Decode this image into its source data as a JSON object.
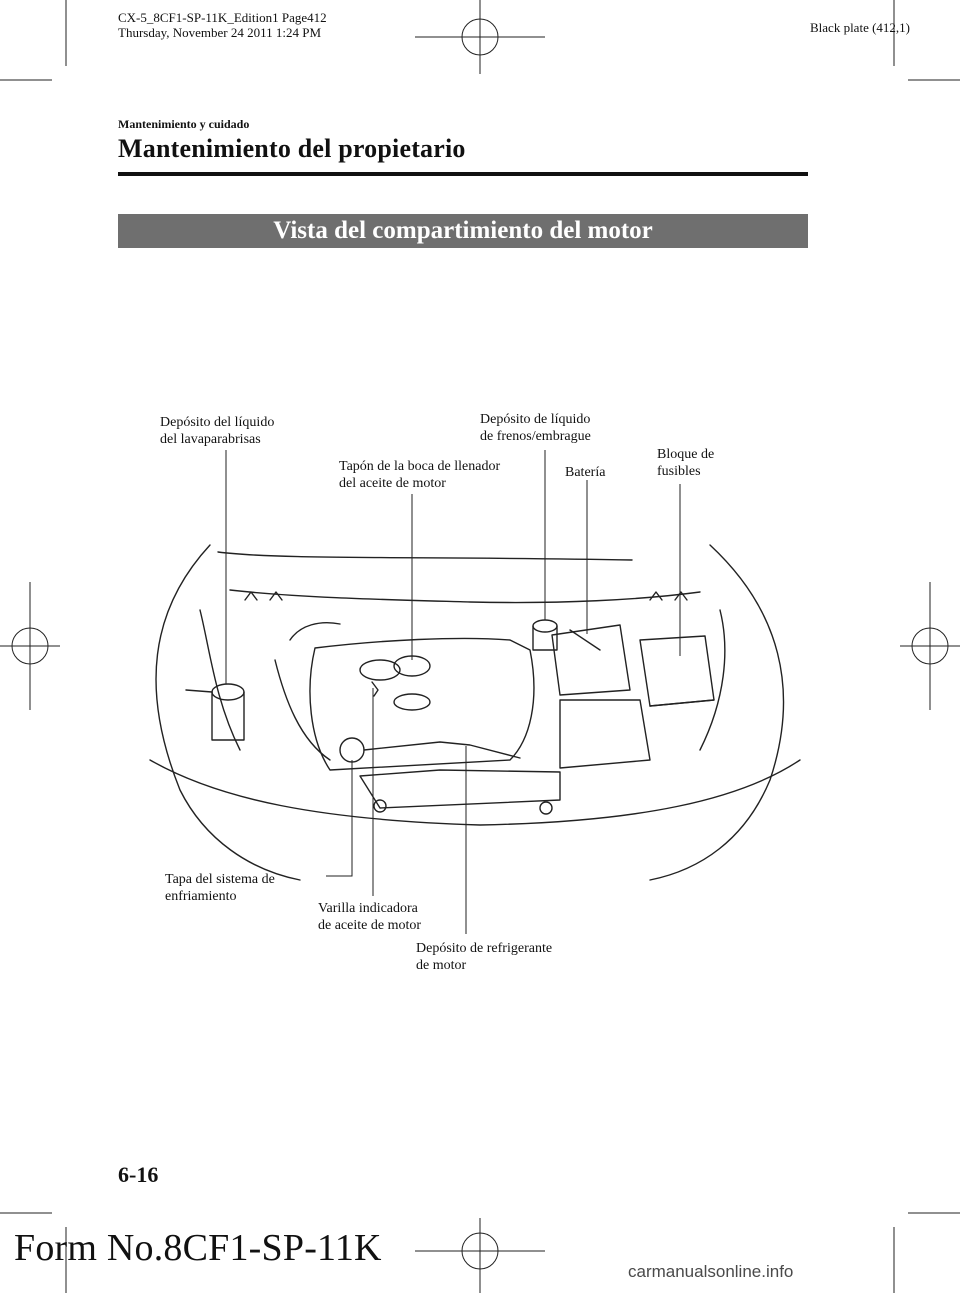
{
  "header": {
    "doc_id": "CX-5_8CF1-SP-11K_Edition1 Page412",
    "print_date": "Thursday, November 24 2011 1:24 PM",
    "plate": "Black plate (412,1)"
  },
  "section_label": "Mantenimiento y cuidado",
  "page_title": "Mantenimiento del propietario",
  "banner_title": "Vista del compartimiento del motor",
  "labels": {
    "washer_reservoir": [
      "Depósito del líquido",
      "del lavaparabrisas"
    ],
    "brake_fluid": [
      "Depósito de líquido",
      "de frenos/embrague"
    ],
    "oil_filler_cap": [
      "Tapón de la boca de llenador",
      "del aceite de motor"
    ],
    "battery": [
      "Batería"
    ],
    "fuse_block": [
      "Bloque de",
      "fusibles"
    ],
    "cooling_cap": [
      "Tapa del sistema de",
      "enfriamiento"
    ],
    "dipstick": [
      "Varilla indicadora",
      "de aceite de motor"
    ],
    "coolant_reservoir": [
      "Depósito de refrigerante",
      "de motor"
    ]
  },
  "page_number": "6-16",
  "form_number": "Form No.8CF1-SP-11K",
  "watermark": "carmanualsonline.info"
}
